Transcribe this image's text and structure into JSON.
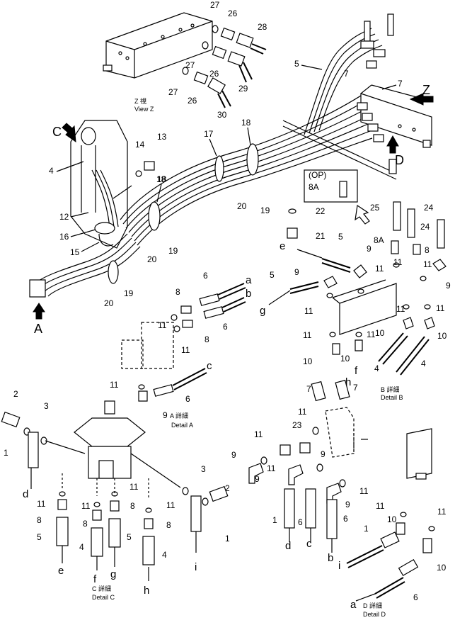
{
  "views": {
    "view_z": "View Z",
    "view_z_jp": "Z 視",
    "detail_a": "Detail A",
    "detail_a_jp": "A 詳細",
    "detail_b": "Detail B",
    "detail_b_jp": "B 詳細",
    "detail_c": "Detail C",
    "detail_c_jp": "C 詳細",
    "detail_d": "Detail D",
    "detail_d_jp": "D 詳細"
  },
  "arrows": {
    "A": "A",
    "C": "C",
    "D": "D",
    "Z": "Z"
  },
  "op_label": "(OP)",
  "flow_letters": [
    "a",
    "b",
    "c",
    "d",
    "e",
    "f",
    "g",
    "h",
    "i"
  ],
  "part_numbers": {
    "p1": "1",
    "p2": "2",
    "p3": "3",
    "p4": "4",
    "p5": "5",
    "p6": "6",
    "p7": "7",
    "p8": "8",
    "p8a": "8A",
    "p9": "9",
    "p10": "10",
    "p11": "11",
    "p12": "12",
    "p13": "13",
    "p14": "14",
    "p15": "15",
    "p16": "16",
    "p17": "17",
    "p18": "18",
    "p19": "19",
    "p20": "20",
    "p21": "21",
    "p22": "22",
    "p23": "23",
    "p24": "24",
    "p25": "25",
    "p26": "26",
    "p27": "27",
    "p28": "28",
    "p29": "29",
    "p30": "30"
  }
}
